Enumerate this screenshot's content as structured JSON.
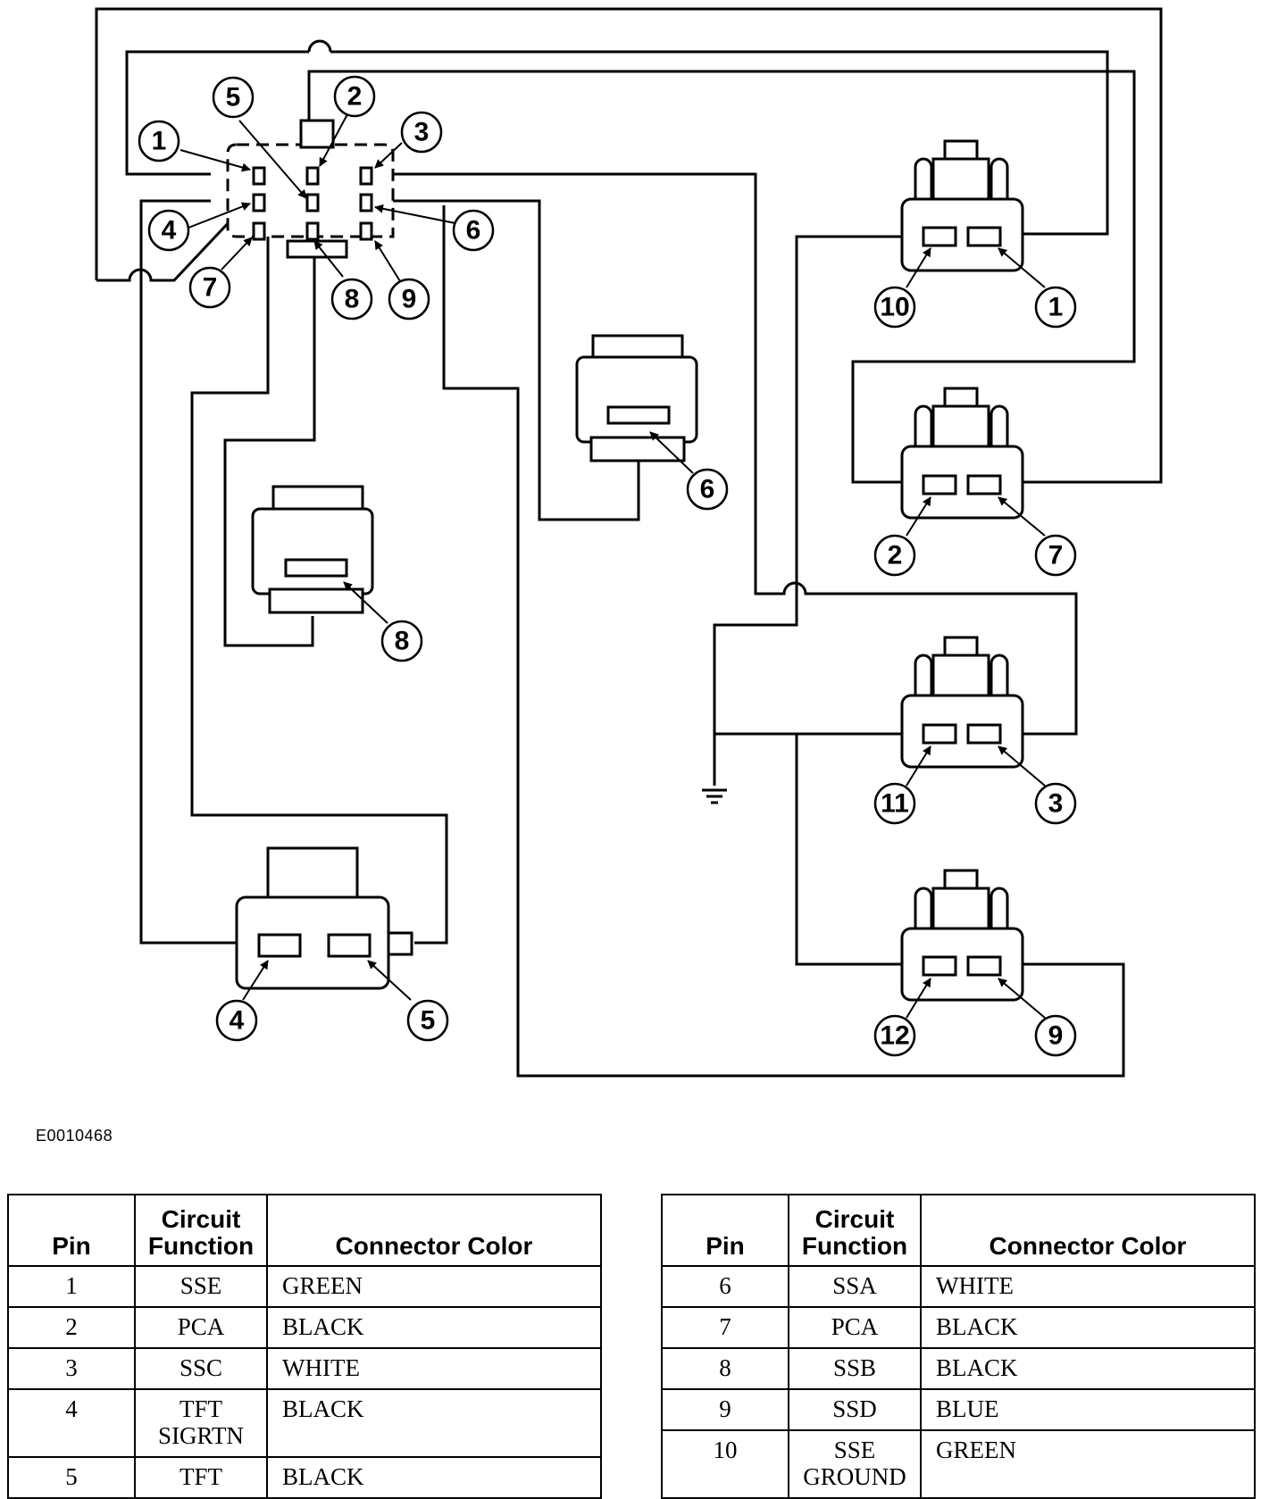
{
  "diagram": {
    "figure_id": "E0010468",
    "callouts": {
      "main_1": "1",
      "main_2": "2",
      "main_3": "3",
      "main_4": "4",
      "main_5": "5",
      "main_6": "6",
      "main_7": "7",
      "main_8": "8",
      "main_9": "9",
      "sensor_a": "6",
      "sensor_b": "8",
      "tft_left": "4",
      "tft_right": "5",
      "sol1_left": "10",
      "sol1_right": "1",
      "sol2_left": "2",
      "sol2_right": "7",
      "sol3_left": "11",
      "sol3_right": "3",
      "sol4_left": "12",
      "sol4_right": "9"
    }
  },
  "tables": {
    "headers": {
      "pin": "Pin",
      "circuit_function_line1": "Circuit",
      "circuit_function_line2": "Function",
      "connector_color": "Connector Color"
    },
    "left": [
      {
        "pin": "1",
        "function": "SSE",
        "function2": "",
        "color": "GREEN"
      },
      {
        "pin": "2",
        "function": "PCA",
        "function2": "",
        "color": "BLACK"
      },
      {
        "pin": "3",
        "function": "SSC",
        "function2": "",
        "color": "WHITE"
      },
      {
        "pin": "4",
        "function": "TFT",
        "function2": "SIGRTN",
        "color": "BLACK"
      },
      {
        "pin": "5",
        "function": "TFT",
        "function2": "",
        "color": "BLACK"
      }
    ],
    "right": [
      {
        "pin": "6",
        "function": "SSA",
        "function2": "",
        "color": "WHITE"
      },
      {
        "pin": "7",
        "function": "PCA",
        "function2": "",
        "color": "BLACK"
      },
      {
        "pin": "8",
        "function": "SSB",
        "function2": "",
        "color": "BLACK"
      },
      {
        "pin": "9",
        "function": "SSD",
        "function2": "",
        "color": "BLUE"
      },
      {
        "pin": "10",
        "function": "SSE",
        "function2": "GROUND",
        "color": "GREEN"
      }
    ]
  }
}
